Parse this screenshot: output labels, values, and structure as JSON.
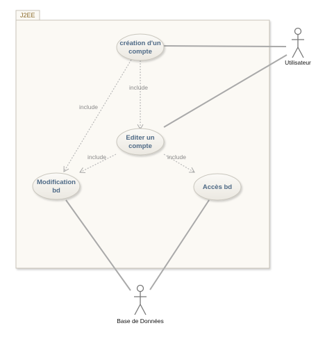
{
  "package": {
    "label": "J2EE"
  },
  "use_cases": {
    "creation": {
      "lines": [
        "création d'un",
        "compte"
      ]
    },
    "editer": {
      "lines": [
        "Editer un",
        "compte"
      ]
    },
    "modification": {
      "lines": [
        "Modification",
        "bd"
      ]
    },
    "acces": {
      "lines": [
        "Accès bd"
      ]
    }
  },
  "actors": {
    "utilisateur": {
      "label": "Utilisateur"
    },
    "base": {
      "label": "Base de Données"
    }
  },
  "relations": {
    "include_label": "include"
  },
  "colors": {
    "usecase_fill": "#f3f1ec",
    "usecase_stroke": "#c9c6bd",
    "package_fill": "#fbf9f4",
    "package_stroke": "#c8c3b8",
    "association": "#a9a9a9",
    "include": "#b8b8b8"
  }
}
